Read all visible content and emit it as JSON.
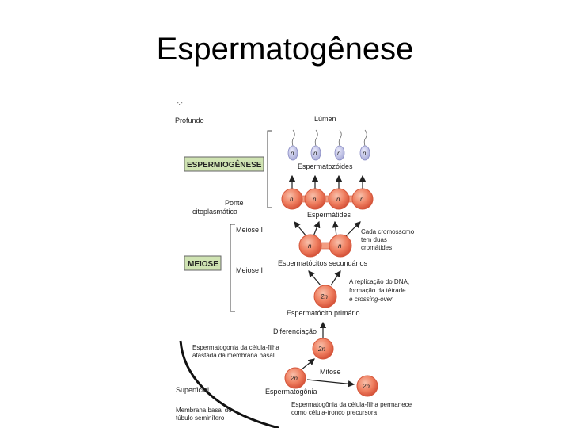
{
  "slide": {
    "title": "Espermatogênese"
  },
  "diagram": {
    "corner_mark": "-.-",
    "labels": {
      "profundo": "Profundo",
      "lumen": "Lúmen",
      "espermatozoides": "Espermatozóides",
      "ponte_1": "Ponte",
      "ponte_2": "citoplasmática",
      "espermatides": "Espermátides",
      "meiose_ii": "Meiose I",
      "cromossomo_1": "Cada cromossomo",
      "cromossomo_2": "tem duas",
      "cromossomo_3": "cromátides",
      "espermatocitos_secundarios": "Espermatócitos secundários",
      "meiose_i": "Meiose I",
      "replicacao_1": "A replicação do DNA,",
      "replicacao_2": "formação da tétrade",
      "replicacao_3": "e crossing-over",
      "espermatocito_primario": "Espermatócito primário",
      "diferenciacao": "Diferenciação",
      "espermatogonia_afastada_1": "Espermatogonia da célula-filha",
      "espermatogonia_afastada_2": "afastada da membrana basal",
      "mitose": "Mitose",
      "superficial": "Superficial",
      "espermatogonia": "Espermatogônia",
      "membrana_basal_1": "Membrana basal do",
      "membrana_basal_2": "túbulo seminífero",
      "permanece_1": "Espermatogônia da célula-filha permanece",
      "permanece_2": "como célula-tronco precursora"
    },
    "boxes": {
      "espermiogenese": "ESPERMIOGÊNESE",
      "meiose": "MEIOSE"
    },
    "ploidy": {
      "haploid": "n",
      "diploid": "2n"
    },
    "colors": {
      "sperm_fill": "#c7c9ea",
      "cell_fill": "#f08a6d",
      "cell_outline": "#d4563a",
      "box_fill": "#cfe3b2",
      "box_border": "#666666"
    }
  }
}
